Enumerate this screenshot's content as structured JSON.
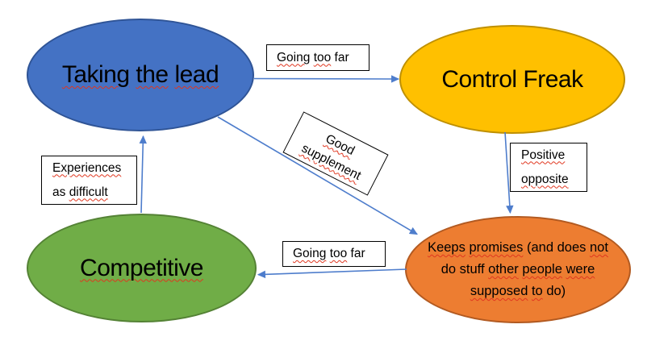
{
  "canvas": {
    "bg": "#ffffff"
  },
  "colors": {
    "arrow": "#4E7DCC",
    "squiggle": "#E0361F",
    "label_bg": "#ffffff",
    "label_border": "#000000",
    "text": "#000000"
  },
  "nodes": {
    "taking_the_lead": {
      "label": "Taking the lead",
      "fill": "#4472C4",
      "border": "#2F5496",
      "segments": [
        {
          "t": "Taking",
          "sq": true
        },
        {
          "t": " ",
          "sq": false
        },
        {
          "t": "the",
          "sq": true
        },
        {
          "t": " ",
          "sq": false
        },
        {
          "t": "lead",
          "sq": true
        }
      ]
    },
    "control_freak": {
      "label": "Control Freak",
      "fill": "#FFC000",
      "border": "#BF9000",
      "segments": [
        {
          "t": "Control Freak",
          "sq": false
        }
      ]
    },
    "competitive": {
      "label": "Competitive",
      "fill": "#70AD47",
      "border": "#548235",
      "segments": [
        {
          "t": "Competitive",
          "sq": true
        }
      ]
    },
    "keeps_promises": {
      "label": "Keeps promises (and does not do stuff other people were supposed to do)",
      "fill": "#ED7D31",
      "border": "#B25A21",
      "lines": [
        [
          {
            "t": "Keeps",
            "sq": true
          },
          {
            "t": " ",
            "sq": false
          },
          {
            "t": "promises",
            "sq": true
          },
          {
            "t": " (and does ",
            "sq": false
          },
          {
            "t": "not",
            "sq": true
          }
        ],
        [
          {
            "t": "do stuff ",
            "sq": false
          },
          {
            "t": "other",
            "sq": true
          },
          {
            "t": " ",
            "sq": false
          },
          {
            "t": "people",
            "sq": true
          },
          {
            "t": " ",
            "sq": false
          },
          {
            "t": "were",
            "sq": true
          }
        ],
        [
          {
            "t": "supposed",
            "sq": true
          },
          {
            "t": " ",
            "sq": false
          },
          {
            "t": "to",
            "sq": true
          },
          {
            "t": " do)",
            "sq": false
          }
        ]
      ]
    }
  },
  "labels": {
    "going_too_far_top": {
      "label": "Going too far",
      "segments": [
        {
          "t": "Going",
          "sq": true
        },
        {
          "t": " ",
          "sq": false
        },
        {
          "t": "too",
          "sq": true
        },
        {
          "t": " far",
          "sq": false
        }
      ]
    },
    "good_supplement": {
      "label": "Good supplement",
      "lines": [
        [
          {
            "t": "Good",
            "sq": true
          }
        ],
        [
          {
            "t": "supplement",
            "sq": true
          }
        ]
      ]
    },
    "positive_opposite": {
      "label": "Positive opposite",
      "lines": [
        [
          {
            "t": "Positive",
            "sq": true
          }
        ],
        [
          {
            "t": "opposite",
            "sq": true
          }
        ]
      ]
    },
    "experiences_as_difficult": {
      "label": "Experiences as difficult",
      "lines": [
        [
          {
            "t": "Experiences",
            "sq": true
          }
        ],
        [
          {
            "t": "as ",
            "sq": false
          },
          {
            "t": "difficult",
            "sq": true
          }
        ]
      ]
    },
    "going_too_far_bottom": {
      "label": "Going too far",
      "segments": [
        {
          "t": "Going",
          "sq": true
        },
        {
          "t": " ",
          "sq": false
        },
        {
          "t": "too",
          "sq": true
        },
        {
          "t": " far",
          "sq": false
        }
      ]
    }
  },
  "edges": [
    {
      "from": "Taking the lead",
      "to": "Control Freak",
      "label": "Going too far"
    },
    {
      "from": "Taking the lead",
      "to": "Keeps promises (and does not do stuff other people were supposed to do)",
      "label": "Good supplement"
    },
    {
      "from": "Control Freak",
      "to": "Keeps promises (and does not do stuff other people were supposed to do)",
      "label": "Positive opposite"
    },
    {
      "from": "Keeps promises (and does not do stuff other people were supposed to do)",
      "to": "Competitive",
      "label": "Going too far"
    },
    {
      "from": "Competitive",
      "to": "Taking the lead",
      "label": "Experiences as difficult"
    }
  ]
}
